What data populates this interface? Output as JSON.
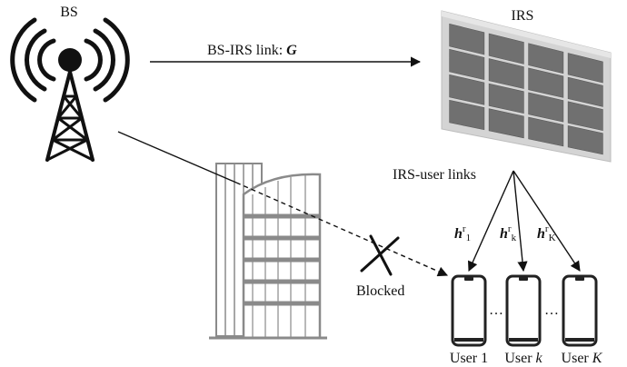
{
  "bs": {
    "label": "BS"
  },
  "irs": {
    "label": "IRS",
    "panel_rows": 4,
    "panel_cols": 4
  },
  "links": {
    "bs_irs_text": "BS-IRS link: ",
    "bs_irs_symbol": "G",
    "irs_user": "IRS-user links",
    "channels": [
      {
        "base": "h",
        "sup": "r",
        "sub": "1"
      },
      {
        "base": "h",
        "sup": "r",
        "sub": "k"
      },
      {
        "base": "h",
        "sup": "r",
        "sub": "K"
      }
    ]
  },
  "blocked": {
    "label": "Blocked"
  },
  "users": [
    {
      "prefix": "User ",
      "index": "1"
    },
    {
      "prefix": "User ",
      "index": "k"
    },
    {
      "prefix": "User ",
      "index": "K"
    }
  ],
  "ellipsis": "…",
  "colors": {
    "line": "#111111",
    "irs_frame": "#cfcfcf",
    "irs_cell": "#707070",
    "building": "#8a8a8a",
    "phone": "#222222"
  }
}
